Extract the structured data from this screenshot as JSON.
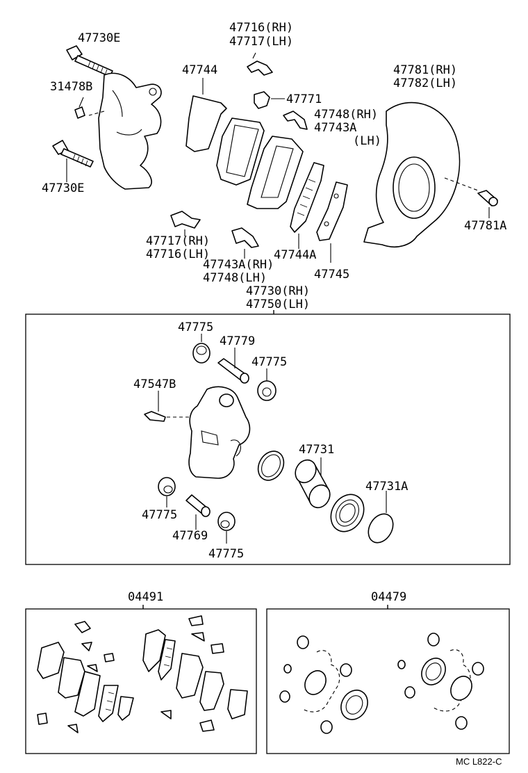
{
  "labels": {
    "bolt_upper": "47730E",
    "bolt_lower": "47730E",
    "bleeder_cap": "31478B",
    "clip_top_rh": "47716(RH)",
    "clip_top_lh": "47717(LH)",
    "anti_squeal_shim": "47744",
    "clip_47771": "47771",
    "spring_rh": "47748(RH)",
    "spring_lh": "47743A",
    "spring_lh_tag": "(LH)",
    "shield_rh": "47781(RH)",
    "shield_lh": "47782(LH)",
    "shield_bolt": "47781A",
    "clip_bottom_rh": "47717(RH)",
    "clip_bottom_lh": "47716(LH)",
    "shim_a": "47744A",
    "spring_bottom_rh": "47743A(RH)",
    "spring_bottom_lh": "47748(LH)",
    "indicator": "47745",
    "caliper_rh": "47730(RH)",
    "caliper_lh": "47750(LH)",
    "boot_top": "47775",
    "pin_top": "47779",
    "boot_right": "47775",
    "bleeder": "47547B",
    "piston_seal": "47731",
    "piston_ring": "47731A",
    "boot_left": "47775",
    "pin_bottom": "47769",
    "boot_bottom": "47775",
    "kit_pads": "04491",
    "kit_seals": "04479",
    "diagram_code": "MC L822-C"
  }
}
